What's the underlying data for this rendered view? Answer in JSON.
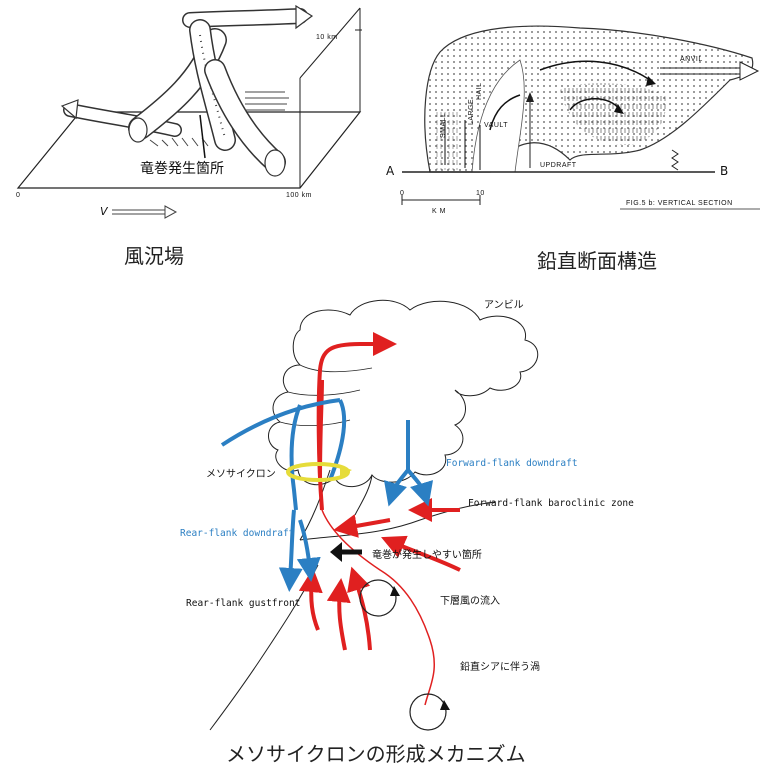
{
  "top_left": {
    "label_tornado": "竜巻発生箇所",
    "scale_top": "10 km",
    "scale_zero": "0",
    "scale_right": "100 km",
    "v_label": "V",
    "caption": "風況場"
  },
  "top_right": {
    "anvil": "ANVIL",
    "vault": "VAULT",
    "small": "SMALL",
    "large": "LARGE",
    "hail": "HAIL",
    "updraft": "UPDRAFT",
    "point_a": "A",
    "point_b": "B",
    "scale_zero": "0",
    "scale_ten": "10",
    "km": "K M",
    "fig_label": "FIG.5 b: VERTICAL SECTION",
    "caption": "鉛直断面構造"
  },
  "bottom": {
    "anvil": "アンビル",
    "mesocyclone": "メソサイクロン",
    "forward_flank_downdraft": "Forward-flank downdraft",
    "forward_flank_baroclinic": "Forward-flank baroclinic zone",
    "rear_flank_downdraft": "Rear-flank downdraft",
    "tornado_prone": "竜巻が発生しやすい箇所",
    "rear_flank_gustfront": "Rear-flank gustfront",
    "low_level_inflow": "下層風の流入",
    "vertical_shear_vortex": "鉛直シアに伴う渦",
    "caption": "メソサイクロンの形成メカニズム"
  },
  "colors": {
    "red": "#e02020",
    "blue": "#2b7fc3",
    "yellow": "#e6dc3a",
    "black": "#111111"
  }
}
